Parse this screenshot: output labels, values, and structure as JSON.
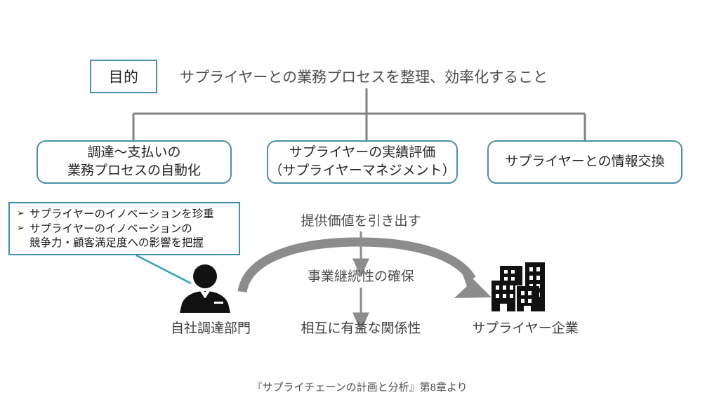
{
  "diagram": {
    "purpose": {
      "badge": "目的",
      "statement": "サプライヤーとの業務プロセスを整理、効率化すること"
    },
    "pillars": [
      {
        "line1": "調達～支払いの",
        "line2": "業務プロセスの自動化"
      },
      {
        "line1": "サプライヤーの実績評価",
        "line2": "（サプライヤーマネジメント）"
      },
      {
        "line1": "サプライヤーとの情報交換",
        "line2": ""
      }
    ],
    "callout": {
      "bullet_marker": "➢",
      "bullets": [
        {
          "line1": "サプライヤーのイノベーションを珍重",
          "line2": ""
        },
        {
          "line1": "サプライヤーのイノベーションの",
          "line2": "競争力・顧客満足度への影響を把握"
        }
      ]
    },
    "flow_labels": [
      "提供価値を引き出す",
      "事業継続性の確保"
    ],
    "captions": {
      "left": "自社調達部門",
      "middle": "相互に有益な関係性",
      "right": "サプライヤー企業"
    },
    "icons": {
      "left": "businessman-icon",
      "right": "buildings-icon"
    },
    "footer": "『サプライチェーンの計画と分析』第8章より",
    "colors": {
      "box_border_blue": "#4a90ab",
      "callout_border_blue": "#3f8fae",
      "leader_line_blue": "#3aa0c8",
      "connector_gray": "#808080",
      "arrow_gray": "#8c8c8c",
      "curve_gray": "#8c8c8c",
      "icon_black": "#111111",
      "text_dark": "#262626",
      "text_gray": "#4d4d4d"
    }
  }
}
